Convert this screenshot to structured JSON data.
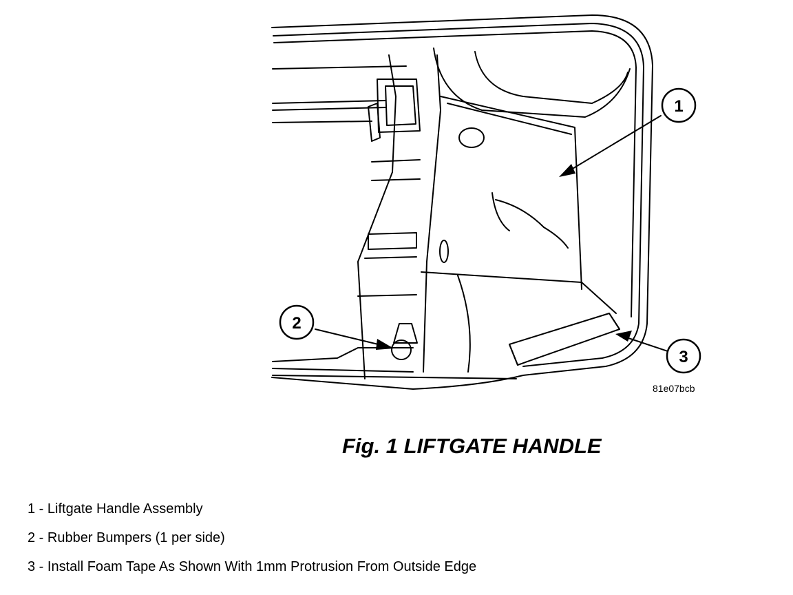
{
  "figure": {
    "callouts": [
      "1",
      "2",
      "3"
    ],
    "reference_code": "81e07bcb",
    "caption": "Fig. 1 LIFTGATE HANDLE",
    "colors": {
      "ink": "#000000",
      "paper": "#ffffff"
    }
  },
  "legend": {
    "items": [
      "1 - Liftgate Handle Assembly",
      "2 - Rubber Bumpers (1 per side)",
      "3 - Install Foam Tape As Shown With 1mm Protrusion From Outside Edge"
    ]
  }
}
